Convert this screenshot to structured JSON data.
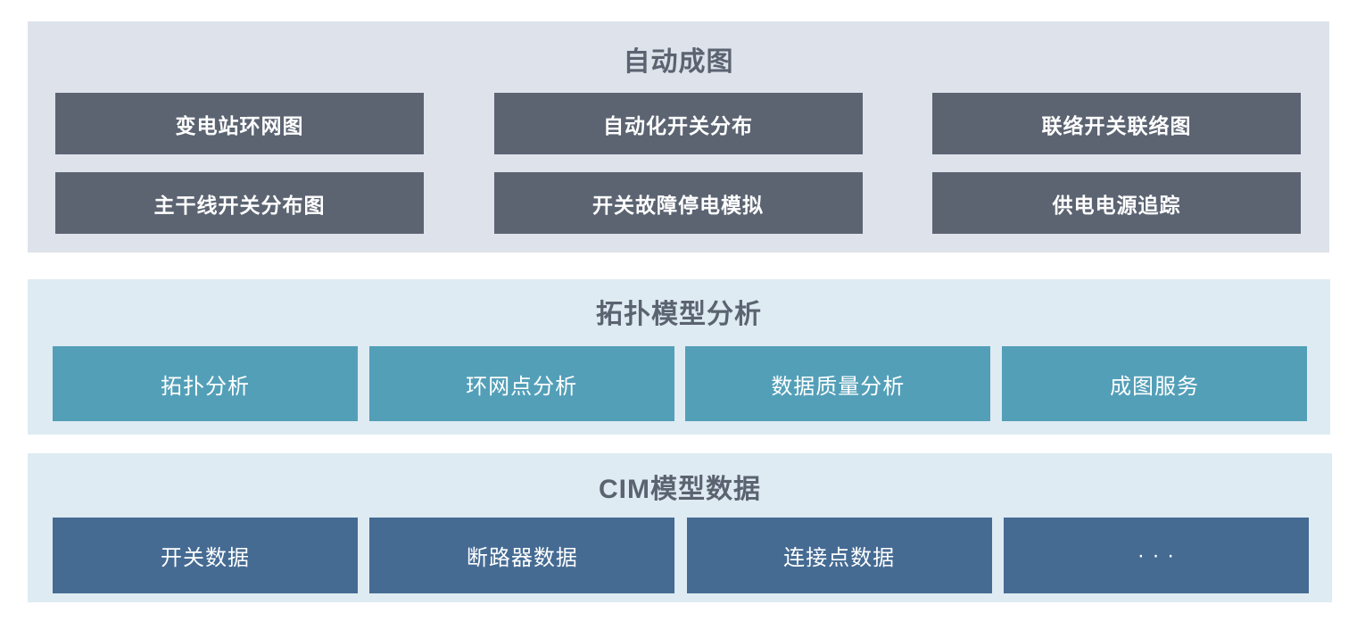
{
  "colors": {
    "page_bg": "#ffffff",
    "top_panel_bg": "#dee2ea",
    "blue_panel_bg": "#deebf2",
    "dark_box": "#5c6472",
    "teal_box": "#539fb8",
    "blue_box": "#456b93",
    "header_text": "#5b6371",
    "box_text": "#ffffff"
  },
  "sections": [
    {
      "title": "自动成图",
      "items": [
        "变电站环网图",
        "自动化开关分布",
        "联络开关联络图",
        "主干线开关分布图",
        "开关故障停电模拟",
        "供电电源追踪"
      ]
    },
    {
      "title": "拓扑模型分析",
      "items": [
        "拓扑分析",
        "环网点分析",
        "数据质量分析",
        "成图服务"
      ]
    },
    {
      "title": "CIM模型数据",
      "items": [
        "开关数据",
        "断路器数据",
        "连接点数据",
        "· · ·"
      ]
    }
  ]
}
